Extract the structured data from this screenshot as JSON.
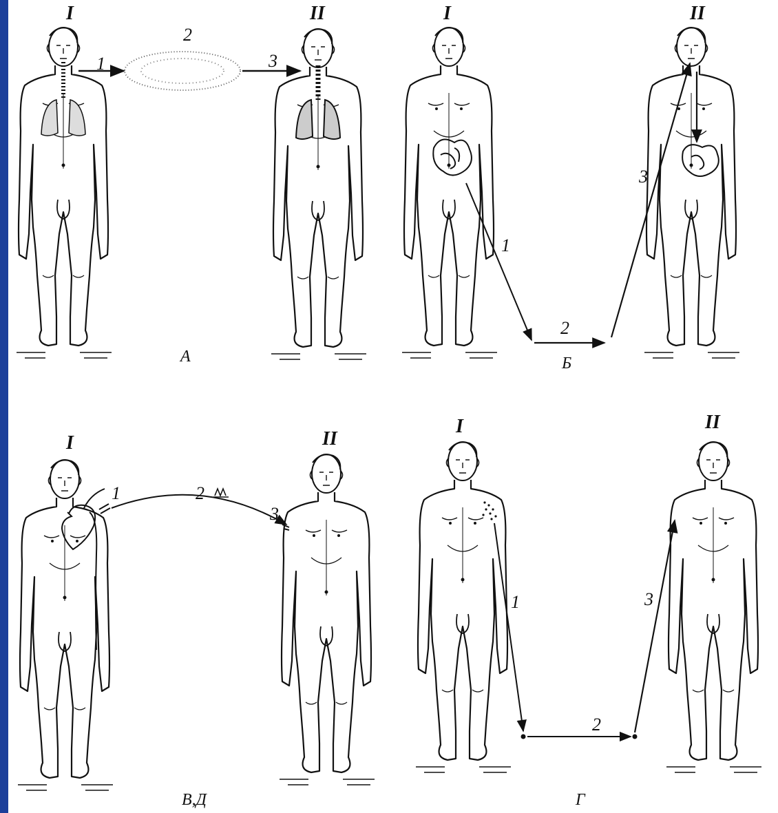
{
  "person_labels": {
    "source": "I",
    "recipient": "II"
  },
  "panels": [
    {
      "id": "A",
      "label": "А",
      "steps": [
        "1",
        "2",
        "3"
      ]
    },
    {
      "id": "B",
      "label": "Б",
      "steps": [
        "1",
        "2",
        "3"
      ]
    },
    {
      "id": "V",
      "label": "В,Д",
      "steps": [
        "1",
        "2",
        "3"
      ]
    },
    {
      "id": "G",
      "label": "Г",
      "steps": [
        "1",
        "2",
        "3"
      ]
    }
  ]
}
